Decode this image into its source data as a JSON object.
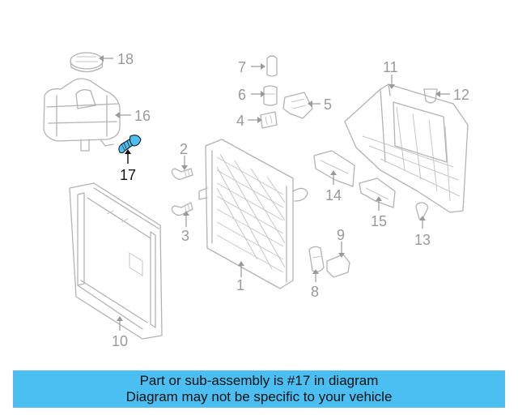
{
  "highlight_color": "#4cbff2",
  "banner": {
    "line1": "Part or sub-assembly is #17 in diagram",
    "line2": "Diagram may not be specific to your vehicle"
  },
  "callouts": [
    {
      "id": "1",
      "label": "1"
    },
    {
      "id": "2",
      "label": "2"
    },
    {
      "id": "3",
      "label": "3"
    },
    {
      "id": "4",
      "label": "4"
    },
    {
      "id": "5",
      "label": "5"
    },
    {
      "id": "6",
      "label": "6"
    },
    {
      "id": "7",
      "label": "7"
    },
    {
      "id": "8",
      "label": "8"
    },
    {
      "id": "9",
      "label": "9"
    },
    {
      "id": "10",
      "label": "10"
    },
    {
      "id": "11",
      "label": "11"
    },
    {
      "id": "12",
      "label": "12"
    },
    {
      "id": "13",
      "label": "13"
    },
    {
      "id": "14",
      "label": "14"
    },
    {
      "id": "15",
      "label": "15"
    },
    {
      "id": "16",
      "label": "16"
    },
    {
      "id": "17",
      "label": "17",
      "highlighted": true
    },
    {
      "id": "18",
      "label": "18"
    }
  ]
}
